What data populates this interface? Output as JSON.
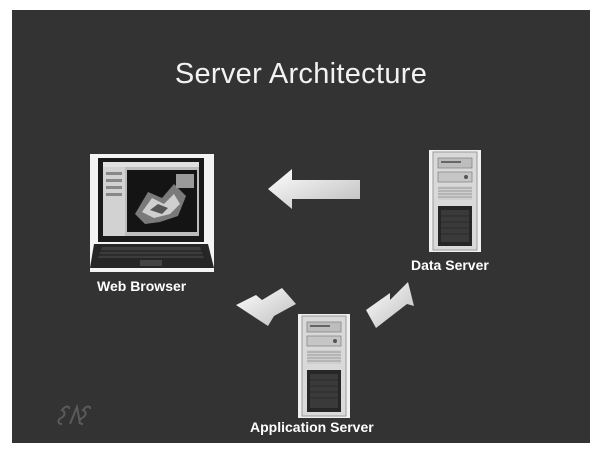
{
  "slide": {
    "title": "Server Architecture",
    "background_color": "#333333"
  },
  "nodes": [
    {
      "id": "web-browser",
      "label": "Web Browser",
      "icon": "laptop-icon"
    },
    {
      "id": "data-server",
      "label": "Data Server",
      "icon": "tower-server-icon"
    },
    {
      "id": "application-server",
      "label": "Application Server",
      "icon": "tower-server-icon"
    }
  ],
  "connections": [
    {
      "from": "data-server",
      "to": "web-browser",
      "style": "straight-arrow"
    },
    {
      "from": "application-server",
      "to": "web-browser",
      "style": "angled-arrow"
    },
    {
      "from": "application-server",
      "to": "data-server",
      "style": "angled-arrow"
    }
  ],
  "logo": {
    "icon": "sas-logo-icon",
    "text": "SAS"
  }
}
